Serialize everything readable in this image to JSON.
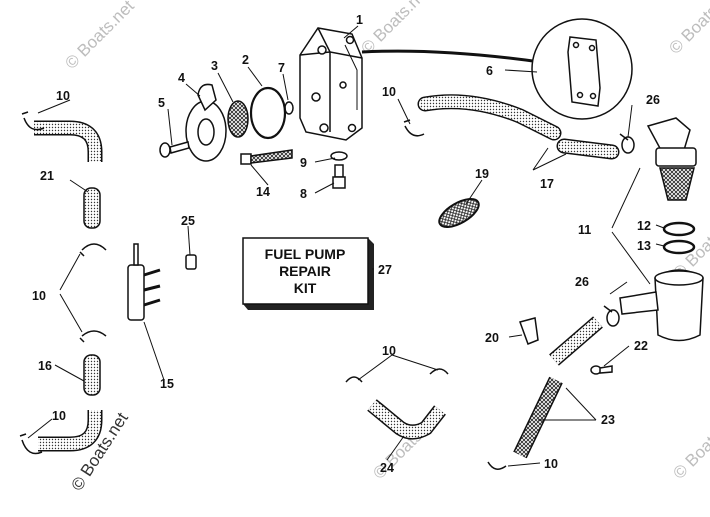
{
  "watermark": "© Boats.net",
  "kit_box": {
    "line1": "FUEL PUMP",
    "line2": "REPAIR",
    "line3": "KIT"
  },
  "callouts": {
    "c1": "1",
    "c2": "2",
    "c3": "3",
    "c4": "4",
    "c5": "5",
    "c6": "6",
    "c7": "7",
    "c8": "8",
    "c9": "9",
    "c10a": "10",
    "c10b": "10",
    "c10c": "10",
    "c10d": "10",
    "c10e": "10",
    "c10f": "10",
    "c11": "11",
    "c12": "12",
    "c13": "13",
    "c14": "14",
    "c15": "15",
    "c16": "16",
    "c17": "17",
    "c19": "19",
    "c20": "20",
    "c21": "21",
    "c22": "22",
    "c23": "23",
    "c24": "24",
    "c25": "25",
    "c26a": "26",
    "c26b": "26",
    "c27": "27"
  }
}
